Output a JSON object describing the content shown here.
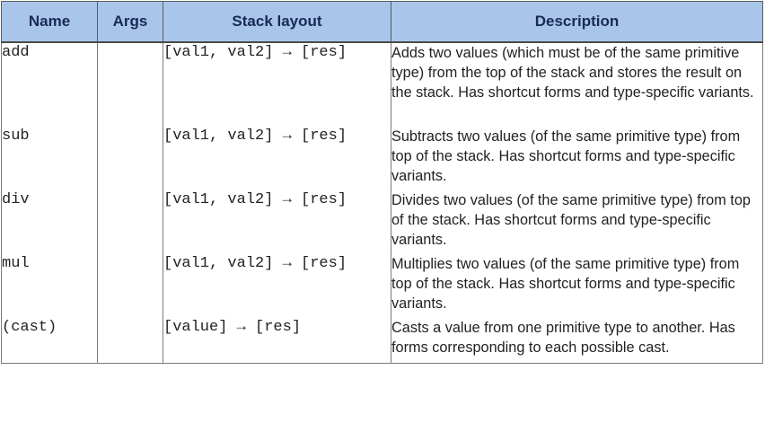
{
  "table": {
    "headers": {
      "name": "Name",
      "args": "Args",
      "stack": "Stack layout",
      "description": "Description"
    },
    "rows": [
      {
        "name": "add",
        "args": "",
        "stack": "[val1, val2] → [res]",
        "description": "Adds two values (which must be of the same primitive type) from the top of the stack and stores the result on the stack. Has shortcut forms and type-specific variants."
      },
      {
        "name": "sub",
        "args": "",
        "stack": "[val1, val2] → [res]",
        "description": "Subtracts two values (of the same primitive type) from top of the stack. Has shortcut forms and type-specific variants."
      },
      {
        "name": "div",
        "args": "",
        "stack": "[val1, val2] → [res]",
        "description": "Divides two values (of the same primitive type) from top of the stack. Has shortcut forms and type-specific variants."
      },
      {
        "name": "mul",
        "args": "",
        "stack": "[val1, val2] → [res]",
        "description": "Multiplies two values (of the same primitive type) from top of the stack. Has shortcut forms and type-specific variants."
      },
      {
        "name": "(cast)",
        "args": "",
        "stack": "[value] → [res]",
        "description": "Casts a value from one primitive type to another. Has forms corresponding to each possible cast."
      }
    ]
  }
}
